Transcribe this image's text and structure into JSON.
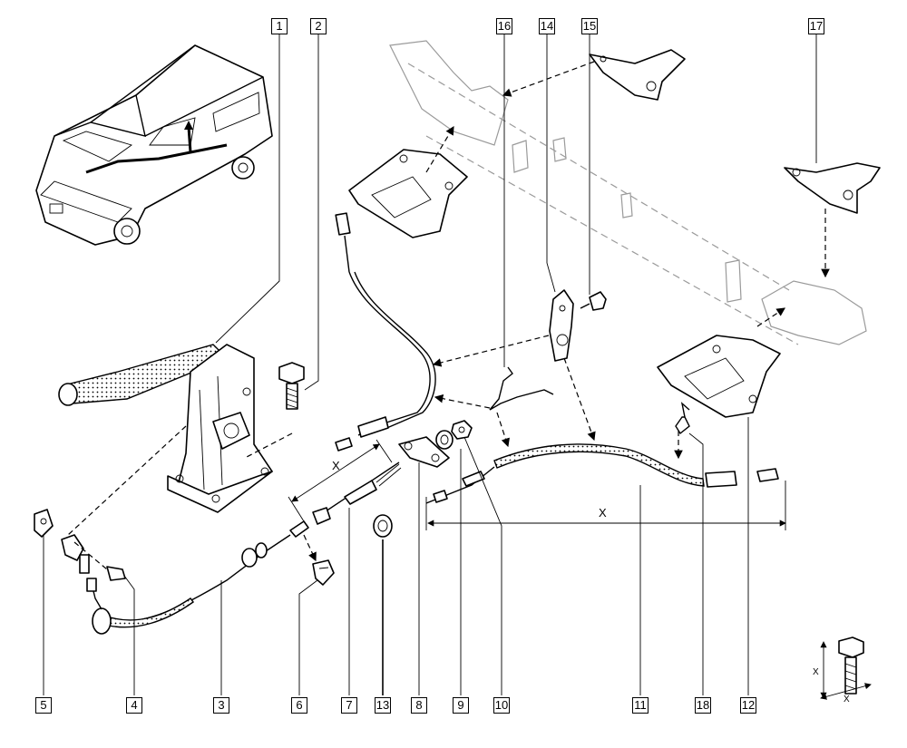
{
  "diagram": {
    "callouts": {
      "c1": "1",
      "c2": "2",
      "c16": "16",
      "c14": "14",
      "c15": "15",
      "c17": "17",
      "c5": "5",
      "c4": "4",
      "c3": "3",
      "c6": "6",
      "c7": "7",
      "c13": "13",
      "c8": "8",
      "c9": "9",
      "c10": "10",
      "c11": "11",
      "c18": "18",
      "c12": "12"
    },
    "dimensions": {
      "x_front_cable": "X",
      "x_rear_cable": "X",
      "x_bolt_length": "X",
      "x_bolt_diameter": "X"
    }
  }
}
